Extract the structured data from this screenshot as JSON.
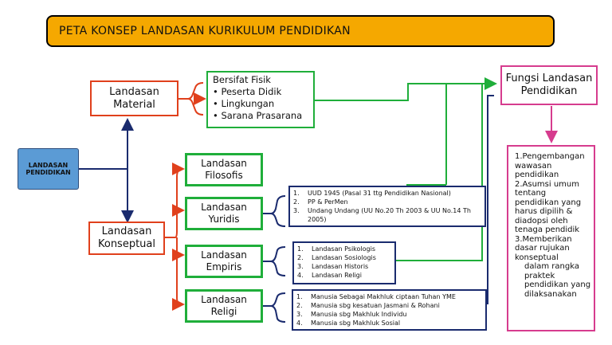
{
  "title": "PETA KONSEP LANDASAN KURIKULUM PENDIDIKAN",
  "root": {
    "line1": "LANDASAN",
    "line2": "PENDIDIKAN"
  },
  "material": {
    "line1": "Landasan",
    "line2": "Material"
  },
  "konseptual": {
    "line1": "Landasan",
    "line2": "Konseptual"
  },
  "fisik": {
    "heading": "Bersifat Fisik",
    "items": [
      "• Peserta Didik",
      "• Lingkungan",
      "• Sarana Prasarana"
    ]
  },
  "filosofis": {
    "line1": "Landasan",
    "line2": "Filosofis"
  },
  "yuridis": {
    "line1": "Landasan",
    "line2": "Yuridis",
    "items": [
      {
        "num": "1.",
        "text": "UUD 1945 (Pasal 31 ttg Pendidikan Nasional)"
      },
      {
        "num": "2.",
        "text": "PP & PerMen"
      },
      {
        "num": "3.",
        "text": "Undang Undang (UU No.20 Th 2003 & UU No.14 Th 2005)"
      }
    ]
  },
  "empiris": {
    "line1": "Landasan",
    "line2": "Empiris",
    "items": [
      {
        "num": "1.",
        "text": "Landasan Psikologis"
      },
      {
        "num": "2.",
        "text": "Landasan Sosiologis"
      },
      {
        "num": "3.",
        "text": "Landasan Historis"
      },
      {
        "num": "4.",
        "text": "Landasan Religi"
      }
    ]
  },
  "religi": {
    "line1": "Landasan",
    "line2": "Religi",
    "items": [
      {
        "num": "1.",
        "text": "Manusia Sebagai Makhluk ciptaan Tuhan YME"
      },
      {
        "num": "2.",
        "text": "Manusia sbg kesatuan Jasmani & Rohani"
      },
      {
        "num": "3.",
        "text": "Manusia sbg Makhluk Individu"
      },
      {
        "num": "4.",
        "text": "Manusia sbg Makhluk Sosial"
      }
    ]
  },
  "fungsi": {
    "line1": "Fungsi Landasan",
    "line2": "Pendidikan"
  },
  "fungsi_list": {
    "l1": "1.Pengembangan",
    "l2": "wawasan",
    "l3": "pendidikan",
    "l4": "2.Asumsi umum",
    "l5": "tentang",
    "l6": "pendidikan yang",
    "l7": "harus dipilih &",
    "l8": "diadopsi oleh",
    "l9": "tenaga pendidik",
    "l10": "3.Memberikan",
    "l11": "dasar rujukan",
    "l12": "konseptual",
    "l13": "dalam rangka",
    "l14": "praktek",
    "l15": "pendidikan yang",
    "l16": "dilaksanakan"
  },
  "colors": {
    "title_bg": "#f5a800",
    "root_bg": "#5b9bd5",
    "red": "#e0401c",
    "green": "#1fae3a",
    "navy": "#1a2b6e",
    "pink": "#d63c8e"
  }
}
